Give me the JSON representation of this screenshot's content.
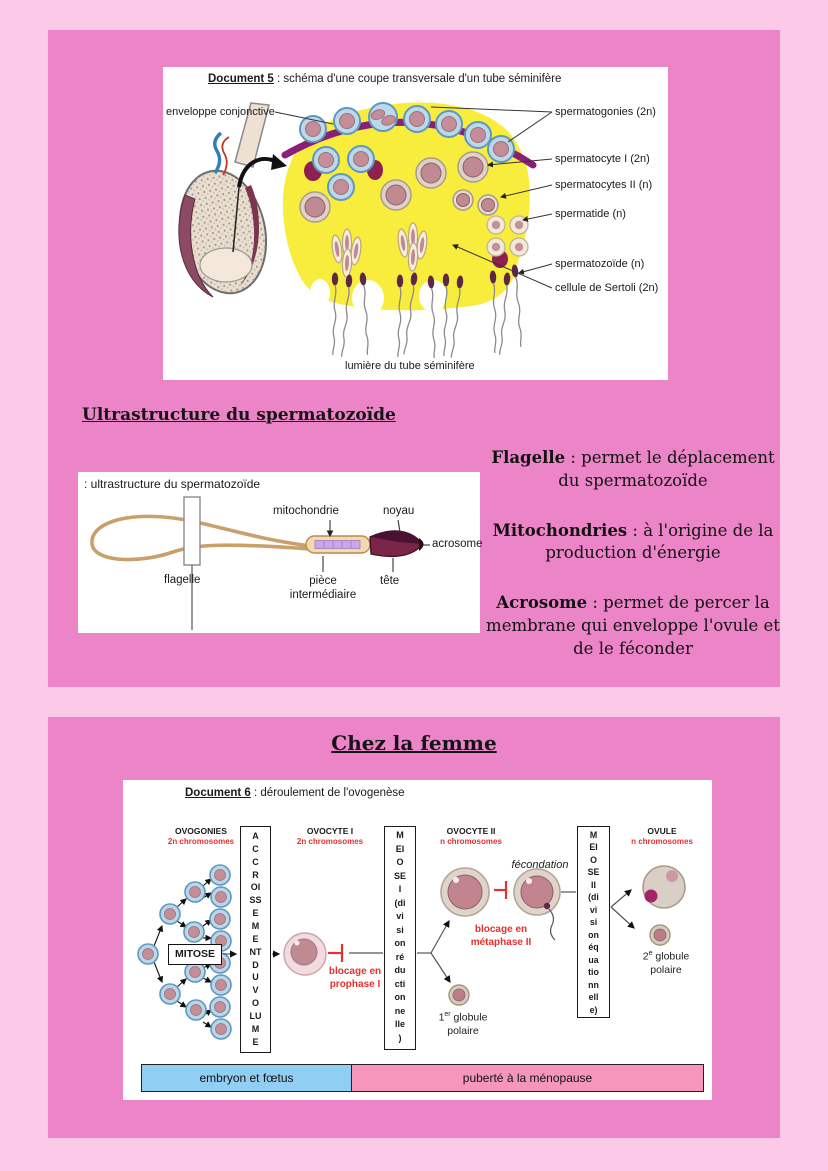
{
  "doc5": {
    "title_label": "Document 5",
    "title_rest": " : schéma d'une coupe transversale d'un tube séminifère",
    "labels": {
      "enveloppe": "enveloppe conjonctive",
      "spermatogonies": "spermatogonies (2n)",
      "spermatocyte1": "spermatocyte I (2n)",
      "spermatocytes2": "spermatocytes II (n)",
      "spermatide": "spermatide (n)",
      "spermatozoide": "spermatozoïde (n)",
      "sertoli": "cellule de Sertoli (2n)",
      "lumiere": "lumière du tube séminifère"
    }
  },
  "ultrastructure": {
    "heading": "Ultrastructure du spermatozoïde",
    "caption": ": ultrastructure du spermatozoïde",
    "labels": {
      "mitochondrie": "mitochondrie",
      "noyau": "noyau",
      "acrosome": "acrosome",
      "flagelle": "flagelle",
      "piece": "pièce\nintermédiaire",
      "tete": "tête"
    },
    "notes": [
      {
        "term": "Flagelle",
        "text": " : permet le déplacement du spermatozoïde"
      },
      {
        "term": "Mitochondries",
        "text": " : à l'origine de la production d'énergie"
      },
      {
        "term": "Acrosome",
        "text": " : permet de percer la membrane qui enveloppe l'ovule et de le féconder"
      }
    ]
  },
  "femme": {
    "heading": "Chez la femme"
  },
  "doc6": {
    "title_label": "Document 6",
    "title_rest": " : déroulement de l'ovogenèse",
    "columns": {
      "ovogonies_name": "OVOGONIES",
      "ovogonies_sub": "2n chromosomes",
      "ovocyte1_name": "OVOCYTE I",
      "ovocyte1_sub": "2n chromosomes",
      "ovocyte2_name": "OVOCYTE II",
      "ovocyte2_sub": "n chromosomes",
      "ovule_name": "OVULE",
      "ovule_sub": "n chromosomes"
    },
    "boxes": {
      "mitose": "MITOSE",
      "accroissement": "A\nC\nC\nR\nOI\nSS\nE\nM\nE\nNT\nD\nU\nV\nO\nLU\nM\nE",
      "meiose1": "M\nEI\nO\nSE\nI\n(di\nvi\nsi\non\nré\ndu\ncti\non\nne\nlle\n)",
      "meiose2": "M\nEI\nO\nSE\nII\n(di\nvi\nsi\non\néq\nua\ntio\nnn\nell\ne)"
    },
    "annotations": {
      "blocage1": "blocage en\nprophase I",
      "blocage2": "blocage en\nmétaphase II",
      "fecondation": "fécondation",
      "globule1_num": "1",
      "globule1_sup": "er",
      "globule1_rest": " globule polaire",
      "globule2_num": "2",
      "globule2_sup": "e",
      "globule2_rest": " globule polaire"
    },
    "timeline": {
      "left": "embryon et fœtus",
      "right": "puberté à la ménopause"
    },
    "colors": {
      "timeline_blue": "#90cef4",
      "timeline_pink": "#f796bc",
      "red_text": "#e8302e",
      "card_pink": "#ec84c8",
      "page_pink": "#fcc9e8"
    }
  }
}
